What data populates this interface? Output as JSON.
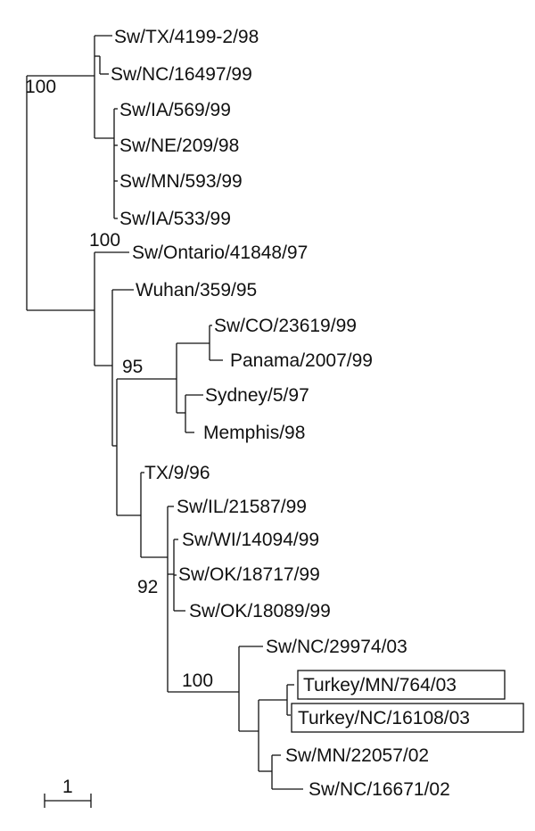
{
  "tree": {
    "taxa": [
      "Sw/TX/4199-2/98",
      "Sw/NC/16497/99",
      "Sw/IA/569/99",
      "Sw/NE/209/98",
      "Sw/MN/593/99",
      "Sw/IA/533/99",
      "Sw/Ontario/41848/97",
      "Wuhan/359/95",
      "Sw/CO/23619/99",
      "Panama/2007/99",
      "Sydney/5/97",
      "Memphis/98",
      "TX/9/96",
      "Sw/IL/21587/99",
      "Sw/WI/14094/99",
      "Sw/OK/18717/99",
      "Sw/OK/18089/99",
      "Sw/NC/29974/03",
      "Turkey/MN/764/03",
      "Turkey/NC/16108/03",
      "Sw/MN/22057/02",
      "Sw/NC/16671/02"
    ],
    "highlighted_taxa": [
      "Turkey/MN/764/03",
      "Turkey/NC/16108/03"
    ],
    "bootstrap": [
      "100",
      "100",
      "95",
      "92",
      "100"
    ],
    "scale_bar_label": "1"
  }
}
